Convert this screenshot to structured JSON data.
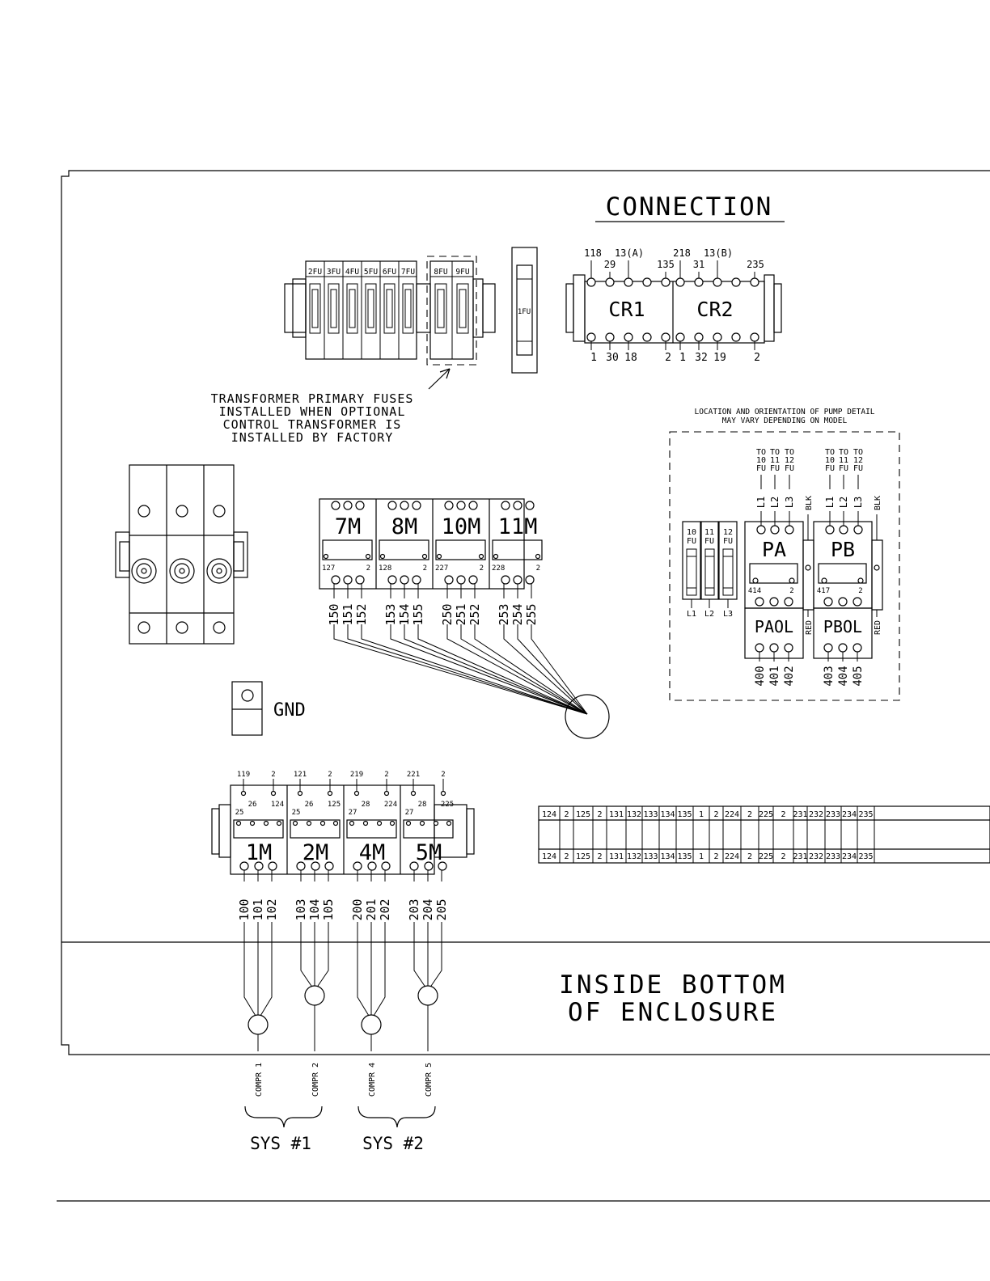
{
  "title": "CONNECTION",
  "fuse_labels": [
    "2FU",
    "3FU",
    "4FU",
    "5FU",
    "6FU",
    "7FU"
  ],
  "fuse_labels_b": [
    "8FU",
    "9FU"
  ],
  "fuse_1fu": "1FU",
  "transformer_note": [
    "TRANSFORMER PRIMARY FUSES",
    "INSTALLED WHEN OPTIONAL",
    "CONTROL TRANSFORMER IS",
    "INSTALLED BY FACTORY"
  ],
  "relay": {
    "cr1": "CR1",
    "cr2": "CR2",
    "top_labels_row1": [
      "118",
      "13(A)",
      "218",
      "13(B)"
    ],
    "top_labels_row2": [
      "29",
      "135",
      "31",
      "235"
    ],
    "bottom_labels": [
      "1",
      "30",
      "18",
      "2",
      "1",
      "32",
      "19",
      "2"
    ]
  },
  "pump_note": [
    "LOCATION AND ORIENTATION OF PUMP DETAIL",
    "MAY VARY DEPENDING ON MODEL"
  ],
  "pump": {
    "to_fu": [
      "TO",
      "TO",
      "TO",
      "10",
      "11",
      "12",
      "FU",
      "FU",
      "FU"
    ],
    "lines": [
      "L1",
      "L2",
      "L3"
    ],
    "blk": "BLK",
    "red": "RED",
    "fuses": [
      "10",
      "11",
      "12"
    ],
    "fu": "FU",
    "pa": "PA",
    "pb": "PB",
    "paol": "PAOL",
    "pbol": "PBOL",
    "pa_terms": [
      "414",
      "2"
    ],
    "pb_terms": [
      "417",
      "2"
    ],
    "pa_wires": [
      "400",
      "401",
      "402"
    ],
    "pb_wires": [
      "403",
      "404",
      "405"
    ]
  },
  "contactors_mid": {
    "names": [
      "7M",
      "8M",
      "10M",
      "11M"
    ],
    "terms": [
      "127",
      "2",
      "128",
      "2",
      "227",
      "2",
      "228",
      "2"
    ],
    "wires": [
      "150",
      "151",
      "152",
      "153",
      "154",
      "155",
      "250",
      "251",
      "252",
      "253",
      "254",
      "255"
    ]
  },
  "gnd": "GND",
  "contactors_bot": {
    "names": [
      "1M",
      "2M",
      "4M",
      "5M"
    ],
    "top_terms": [
      "119",
      "2",
      "121",
      "2",
      "219",
      "2",
      "221",
      "2"
    ],
    "aux_terms": [
      "26",
      "124",
      "26",
      "125",
      "28",
      "224",
      "28",
      "225"
    ],
    "aux_left": [
      "25",
      "25",
      "27",
      "27"
    ],
    "wires": [
      "100",
      "101",
      "102",
      "103",
      "104",
      "105",
      "200",
      "201",
      "202",
      "203",
      "204",
      "205"
    ]
  },
  "terminal_strip": [
    "124",
    "2",
    "125",
    "2",
    "131",
    "132",
    "133",
    "134",
    "135",
    "1",
    "2",
    "224",
    "2",
    "225",
    "2",
    "231",
    "232",
    "233",
    "234",
    "235"
  ],
  "enclosure_text": [
    "INSIDE BOTTOM",
    "OF ENCLOSURE"
  ],
  "compressors": [
    "COMPR 1",
    "COMPR 2",
    "COMPR 4",
    "COMPR 5"
  ],
  "systems": [
    "SYS #1",
    "SYS #2"
  ]
}
